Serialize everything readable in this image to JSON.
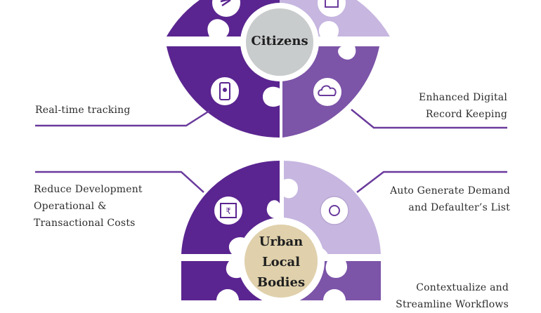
{
  "top_hub": {
    "center_label": "Citizens",
    "labels": {
      "left": "Real-time tracking",
      "right": "Enhanced Digital Record Keeping"
    },
    "icons": [
      "tools-icon",
      "document-icon",
      "mobile-tracking-icon",
      "cloud-record-icon"
    ]
  },
  "bottom_hub": {
    "center_label": "Urban Local Bodies",
    "labels": {
      "upper_left": "Reduce Development Operational & Transactional Costs",
      "upper_right": "Auto Generate Demand and Defaulter’s List",
      "lower_right": "Contextualize and Streamline Workflows"
    },
    "icons": [
      "rupee-savings-icon",
      "gear-automation-icon"
    ]
  },
  "colors": {
    "dark_purple": "#5a2590",
    "mid_purple": "#7c54a8",
    "light_purple": "#c6b6e0",
    "line": "#6a3a9c"
  }
}
